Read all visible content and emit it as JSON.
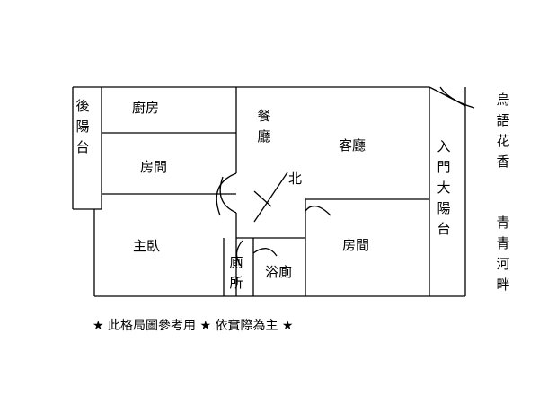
{
  "floor_plan": {
    "rooms": {
      "rear_balcony": "後陽台",
      "kitchen": "廚房",
      "dining": "餐廳",
      "living": "客廳",
      "bedroom_upper_left": "房間",
      "master_bedroom": "主臥",
      "toilet": "廁所",
      "bathroom": "浴廁",
      "bedroom_right": "房間",
      "entrance_balcony": "入門大陽台"
    },
    "compass_label": "北",
    "side_text_1": "烏語花香",
    "side_text_2": "青青河畔",
    "disclaimer": "★ 此格局圖參考用 ★ 依實際為主 ★"
  }
}
